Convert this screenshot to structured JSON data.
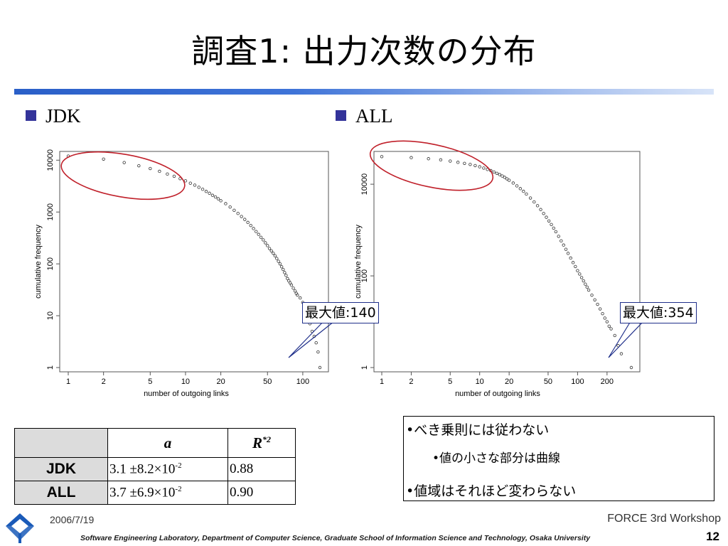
{
  "slide": {
    "title": "調査1: 出力次数の分布",
    "panels": [
      {
        "label": "JDK",
        "callout": "最大値:140"
      },
      {
        "label": "ALL",
        "callout": "最大値:354"
      }
    ]
  },
  "table": {
    "col_a": "a",
    "col_r_base": "R",
    "col_r_sup": "*2",
    "rows": [
      {
        "name": "JDK",
        "a_text": "3.1 ±8.2×10",
        "a_exp": "-2",
        "r2": "0.88"
      },
      {
        "name": "ALL",
        "a_text": "3.7 ±6.9×10",
        "a_exp": "-2",
        "r2": "0.90"
      }
    ]
  },
  "notes": {
    "line1": "•べき乗則には従わない",
    "line2": "•値の小さな部分は曲線",
    "line3": "•値域はそれほど変わらない"
  },
  "footer": {
    "date": "2006/7/19",
    "conference": "FORCE 3rd Workshop",
    "lab": "Software Engineering Laboratory,  Department of Computer Science,  Graduate School of Information Science and Technology,  Osaka University",
    "page": "12"
  },
  "colors": {
    "title_rule": "#2a5fc8",
    "bullet": "#33339a",
    "ellipse": "#c0202a",
    "callout_border": "#1f2f8a",
    "logo": "#1a5ab8"
  },
  "chart_data": [
    {
      "type": "scatter",
      "name": "JDK",
      "xlabel": "number of outgoing links",
      "ylabel": "cumulative frequency",
      "xscale": "log",
      "yscale": "log",
      "xlim": [
        1,
        140
      ],
      "ylim": [
        1,
        10000
      ],
      "xticks": [
        1,
        2,
        5,
        10,
        20,
        50,
        100
      ],
      "yticks": [
        1,
        10,
        100,
        1000,
        10000
      ],
      "points": [
        [
          1,
          12000
        ],
        [
          2,
          10500
        ],
        [
          3,
          9000
        ],
        [
          4,
          7800
        ],
        [
          5,
          6900
        ],
        [
          6,
          6100
        ],
        [
          7,
          5400
        ],
        [
          8,
          4900
        ],
        [
          9,
          4400
        ],
        [
          10,
          4000
        ],
        [
          11,
          3600
        ],
        [
          12,
          3300
        ],
        [
          13,
          3000
        ],
        [
          14,
          2750
        ],
        [
          15,
          2500
        ],
        [
          16,
          2300
        ],
        [
          17,
          2100
        ],
        [
          18,
          1950
        ],
        [
          19,
          1800
        ],
        [
          20,
          1650
        ],
        [
          22,
          1450
        ],
        [
          24,
          1250
        ],
        [
          26,
          1080
        ],
        [
          28,
          940
        ],
        [
          30,
          820
        ],
        [
          32,
          720
        ],
        [
          34,
          630
        ],
        [
          36,
          550
        ],
        [
          38,
          480
        ],
        [
          40,
          420
        ],
        [
          42,
          370
        ],
        [
          44,
          325
        ],
        [
          46,
          290
        ],
        [
          48,
          255
        ],
        [
          50,
          225
        ],
        [
          52,
          198
        ],
        [
          54,
          178
        ],
        [
          56,
          160
        ],
        [
          58,
          143
        ],
        [
          60,
          127
        ],
        [
          62,
          112
        ],
        [
          64,
          100
        ],
        [
          66,
          88
        ],
        [
          68,
          78
        ],
        [
          70,
          68
        ],
        [
          72,
          60
        ],
        [
          74,
          52
        ],
        [
          76,
          47
        ],
        [
          78,
          43
        ],
        [
          80,
          39
        ],
        [
          83,
          34
        ],
        [
          86,
          30
        ],
        [
          88,
          27
        ],
        [
          90,
          25
        ],
        [
          95,
          22
        ],
        [
          100,
          18
        ],
        [
          105,
          14
        ],
        [
          110,
          10
        ],
        [
          115,
          7
        ],
        [
          120,
          5
        ],
        [
          125,
          4
        ],
        [
          130,
          3
        ],
        [
          135,
          2
        ],
        [
          140,
          1
        ]
      ]
    },
    {
      "type": "scatter",
      "name": "ALL",
      "xlabel": "number of outgoing links",
      "ylabel": "cumulative frequency",
      "xscale": "log",
      "yscale": "log",
      "xlim": [
        1,
        354
      ],
      "ylim": [
        1,
        50000
      ],
      "xticks": [
        1,
        2,
        5,
        10,
        20,
        50,
        100,
        200
      ],
      "yticks": [
        1,
        100,
        10000
      ],
      "points": [
        [
          1,
          40000
        ],
        [
          2,
          38000
        ],
        [
          3,
          36000
        ],
        [
          4,
          34000
        ],
        [
          5,
          32000
        ],
        [
          6,
          30000
        ],
        [
          7,
          28500
        ],
        [
          8,
          27000
        ],
        [
          9,
          25500
        ],
        [
          10,
          24000
        ],
        [
          11,
          22500
        ],
        [
          12,
          21000
        ],
        [
          13,
          19800
        ],
        [
          14,
          18500
        ],
        [
          15,
          17300
        ],
        [
          16,
          16200
        ],
        [
          17,
          15100
        ],
        [
          18,
          14100
        ],
        [
          19,
          13100
        ],
        [
          20,
          12200
        ],
        [
          22,
          10600
        ],
        [
          24,
          9200
        ],
        [
          26,
          8000
        ],
        [
          28,
          7000
        ],
        [
          30,
          6100
        ],
        [
          33,
          5000
        ],
        [
          36,
          4100
        ],
        [
          39,
          3400
        ],
        [
          42,
          2800
        ],
        [
          45,
          2300
        ],
        [
          48,
          1900
        ],
        [
          51,
          1580
        ],
        [
          54,
          1320
        ],
        [
          57,
          1100
        ],
        [
          60,
          920
        ],
        [
          64,
          730
        ],
        [
          68,
          580
        ],
        [
          72,
          470
        ],
        [
          76,
          380
        ],
        [
          80,
          310
        ],
        [
          85,
          245
        ],
        [
          90,
          195
        ],
        [
          95,
          160
        ],
        [
          100,
          130
        ],
        [
          105,
          110
        ],
        [
          110,
          92
        ],
        [
          115,
          78
        ],
        [
          120,
          66
        ],
        [
          125,
          57
        ],
        [
          130,
          49
        ],
        [
          140,
          38
        ],
        [
          150,
          30
        ],
        [
          160,
          24
        ],
        [
          170,
          19
        ],
        [
          180,
          15
        ],
        [
          190,
          12
        ],
        [
          200,
          10
        ],
        [
          210,
          8
        ],
        [
          220,
          7
        ],
        [
          240,
          5
        ],
        [
          260,
          3
        ],
        [
          280,
          2
        ],
        [
          354,
          1
        ]
      ]
    }
  ]
}
